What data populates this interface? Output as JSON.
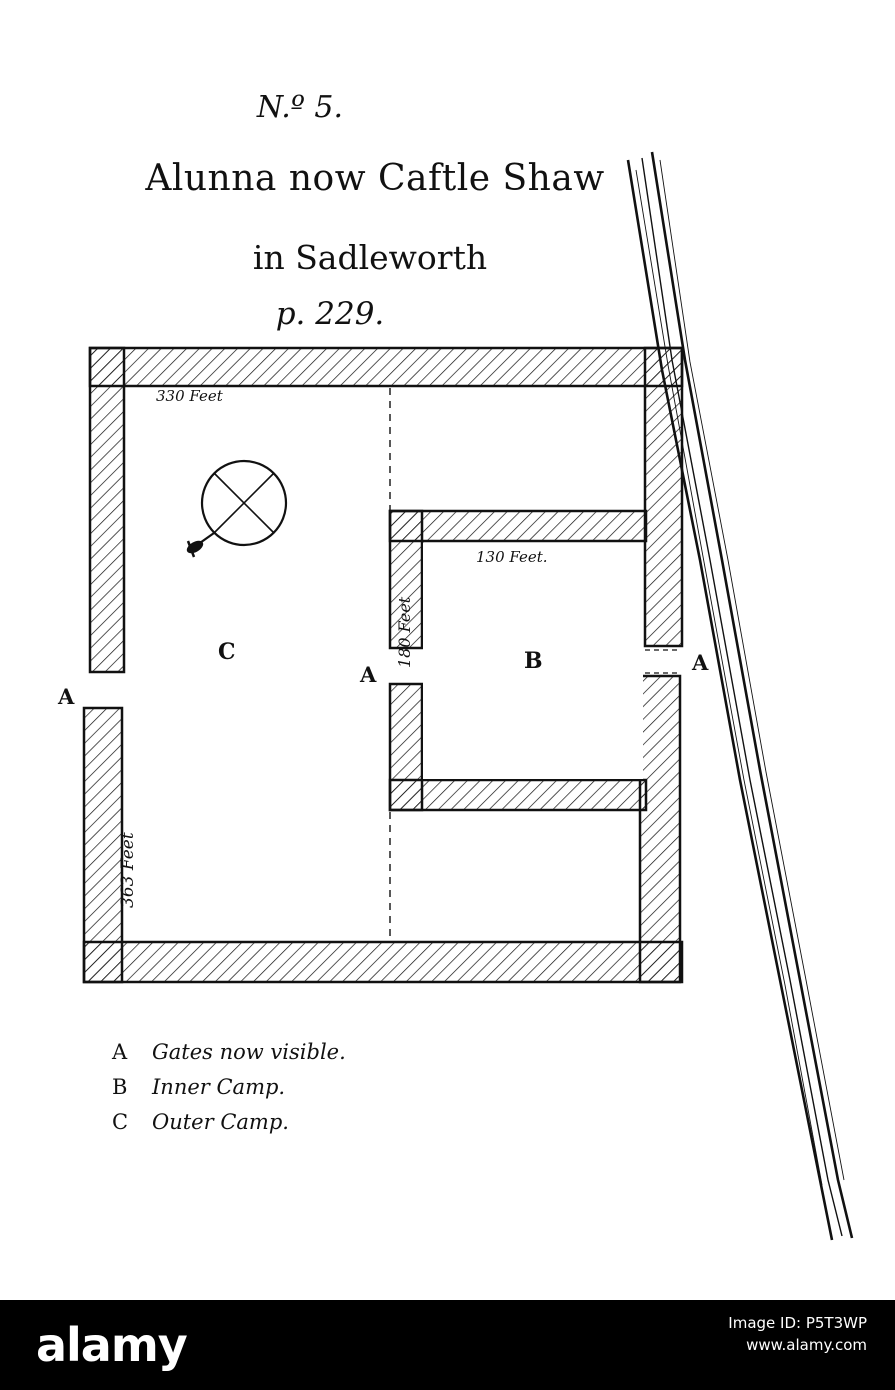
{
  "title": {
    "number": "N.º 5.",
    "name": "Alunna now Caftle Shaw",
    "place": "in Sadleworth",
    "page_ref": "p. 229."
  },
  "measurements": {
    "outer_width": "330 Feet",
    "inner_width": "130 Feet.",
    "inner_height": "180 Feet",
    "outer_height": "363 Feet"
  },
  "area_labels": {
    "outer_camp": "C",
    "inner_camp": "B",
    "gate_west": "A",
    "gate_middle": "A",
    "gate_east": "A"
  },
  "legend": [
    {
      "key": "A",
      "text": "Gates now visible."
    },
    {
      "key": "B",
      "text": "Inner Camp."
    },
    {
      "key": "C",
      "text": "Outer Camp."
    }
  ],
  "footer": {
    "brand": "alamy",
    "image_id_label": "Image ID: P5T3WP",
    "site": "www.alamy.com"
  },
  "colors": {
    "ink": "#111111",
    "paper": "#ffffff",
    "footer_bg": "#000000"
  }
}
